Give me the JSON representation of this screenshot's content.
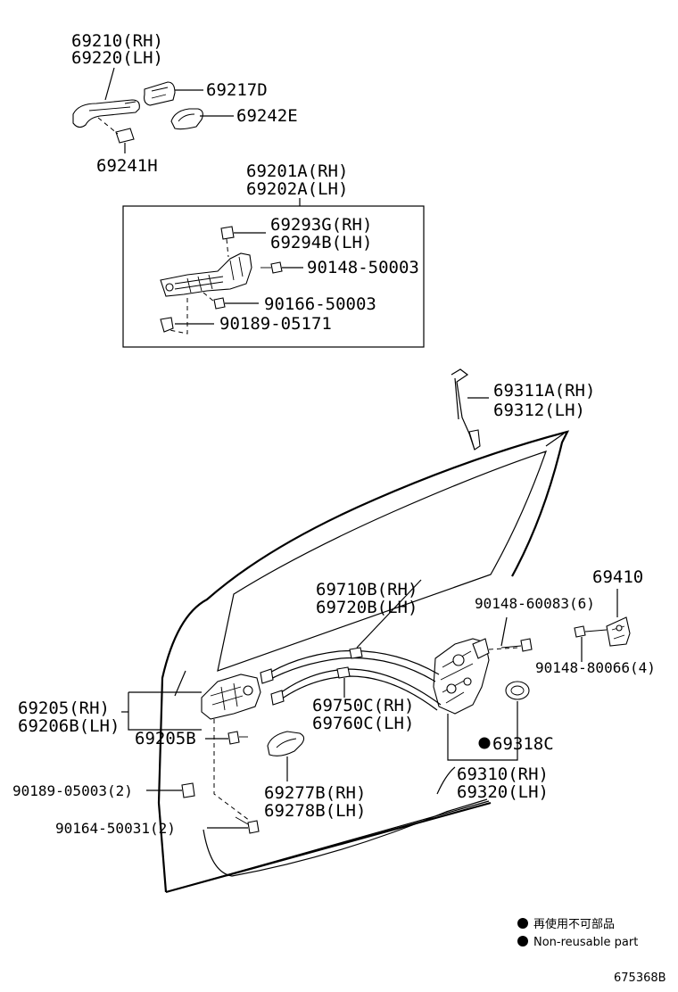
{
  "labels": {
    "p69210": "69210(RH)",
    "p69220": "69220(LH)",
    "p69217d": "69217D",
    "p69242e": "69242E",
    "p69241h": "69241H",
    "p69201a": "69201A(RH)",
    "p69202a": "69202A(LH)",
    "p69293g": "69293G(RH)",
    "p69294b": "69294B(LH)",
    "p90148_50003": "90148-50003",
    "p90166_50003": "90166-50003",
    "p90189_05171": "90189-05171",
    "p69311a": "69311A(RH)",
    "p69312": "69312(LH)",
    "p69410": "69410",
    "p90148_60083": "90148-60083(6)",
    "p90148_80066": "90148-80066(4)",
    "p69710b": "69710B(RH)",
    "p69720b": "69720B(LH)",
    "p69750c": "69750C(RH)",
    "p69760c": "69760C(LH)",
    "p69205": "69205(RH)",
    "p69206b": "69206B(LH)",
    "p69205b": "69205B",
    "p69318c": "69318C",
    "p69310": "69310(RH)",
    "p69320": "69320(LH)",
    "p90189_05003": "90189-05003(2)",
    "p90164_50031": "90164-50031(2)",
    "p69277b": "69277B(RH)",
    "p69278b": "69278B(LH)"
  },
  "legend": {
    "jp": "再使用不可部品",
    "en": "Non-reusable part"
  },
  "diagram_code": "675368B",
  "icons": {
    "non_reusable": "filled-circle-icon"
  },
  "colors": {
    "ink": "#000000",
    "background": "#ffffff"
  }
}
